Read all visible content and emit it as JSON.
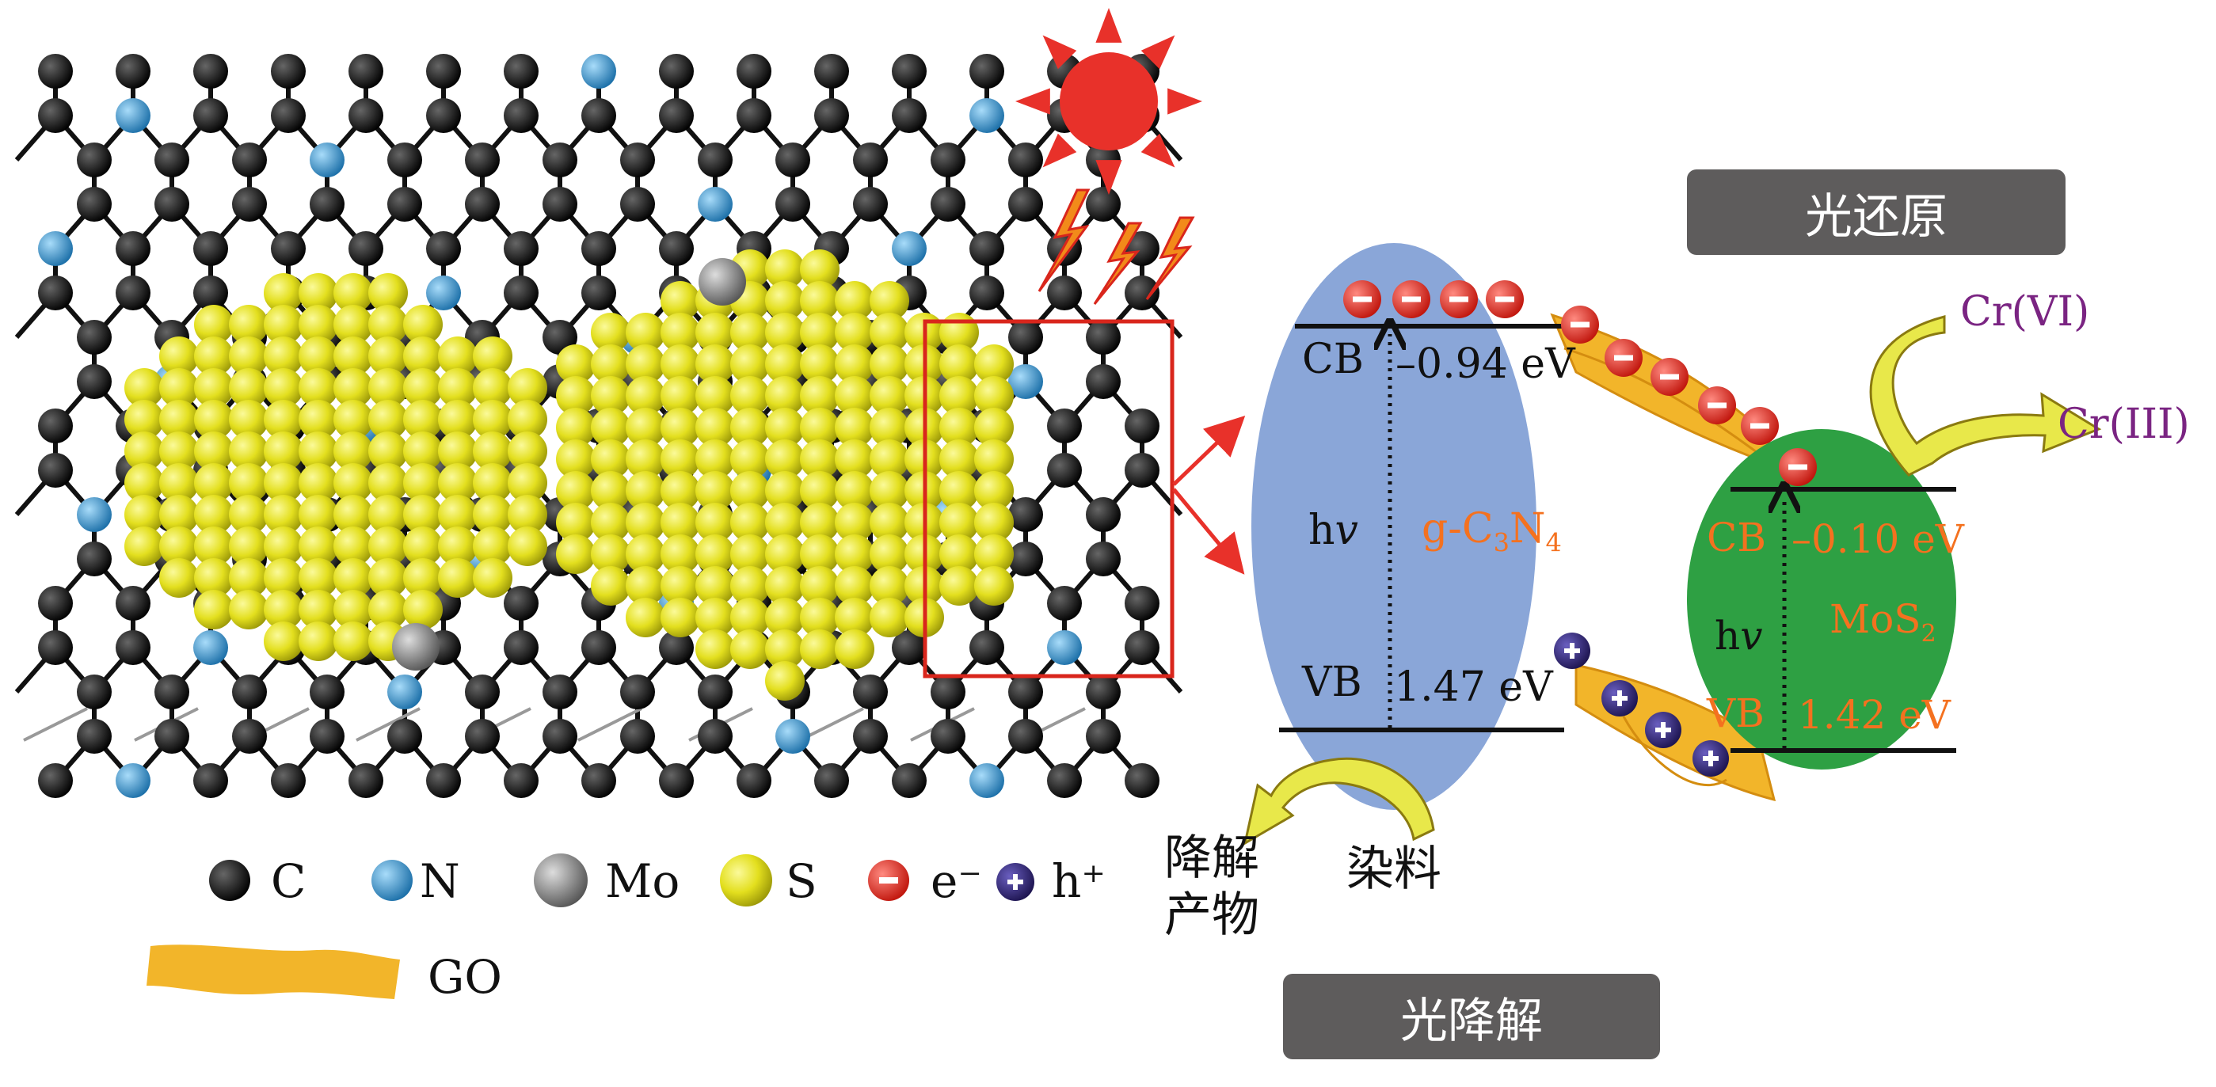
{
  "legend": {
    "items": [
      {
        "symbol": "carbon-atom",
        "color": "#111111",
        "label": "C"
      },
      {
        "symbol": "nitrogen-atom",
        "color": "#2a8fcc",
        "label": "N"
      },
      {
        "symbol": "molybdenum-atom",
        "color": "#777777",
        "label": "Mo"
      },
      {
        "symbol": "sulfur-atom",
        "color": "#e6e020",
        "label": "S"
      },
      {
        "symbol": "electron",
        "color": "#e8312a",
        "label": "e⁻"
      },
      {
        "symbol": "hole",
        "color": "#2a1f6e",
        "label": "h⁺"
      }
    ],
    "go_label": "GO",
    "go_color": "#f2b52a"
  },
  "gcn": {
    "name_main": "g-C",
    "sub1": "3",
    "name_mid": "N",
    "sub2": "4",
    "cb_label": "CB",
    "cb_value": "–0.94 eV",
    "vb_label": "VB",
    "vb_value": "1.47 eV",
    "hv_h": "h",
    "hv_v": "v",
    "color": "#8aa6d8"
  },
  "mos2": {
    "name_main": "MoS",
    "sub": "2",
    "cb_label": "CB",
    "cb_value": "–0.10 eV",
    "vb_label": "VB",
    "vb_value": "1.42 eV",
    "hv_h": "h",
    "hv_v": "v",
    "color": "#2ea043"
  },
  "reduction": {
    "title": "光还原",
    "reactant": "Cr(VI)",
    "product": "Cr(III)"
  },
  "degradation": {
    "title": "光降解",
    "dye": "染料",
    "products_line1": "降解",
    "products_line2": "产物"
  },
  "colors": {
    "sun": "#e8312a",
    "arrow_red": "#e8312a",
    "box_red": "#d9261c",
    "accent_orange": "#f4711f",
    "label_purple": "#7a2482",
    "pill_gray": "#5e5c5c"
  }
}
